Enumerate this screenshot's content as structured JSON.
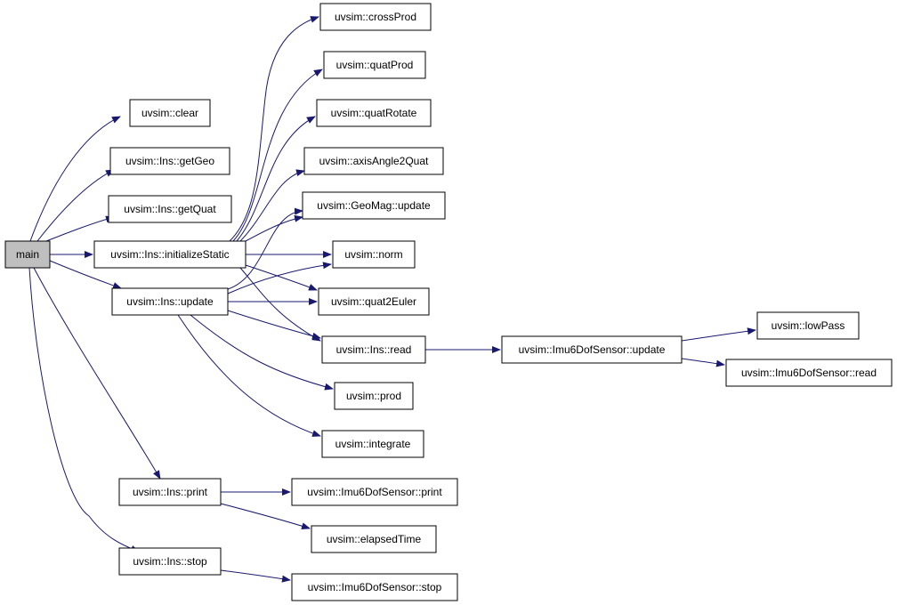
{
  "colors": {
    "edge": "#191970",
    "root_fill": "#bfbfbf",
    "node_fill": "#ffffff",
    "border": "#000000"
  },
  "nodes": {
    "main": "main",
    "clear": "uvsim::clear",
    "getGeo": "uvsim::Ins::getGeo",
    "getQuat": "uvsim::Ins::getQuat",
    "initializeStatic": "uvsim::Ins::initializeStatic",
    "insUpdate": "uvsim::Ins::update",
    "insPrint": "uvsim::Ins::print",
    "insStop": "uvsim::Ins::stop",
    "crossProd": "uvsim::crossProd",
    "quatProd": "uvsim::quatProd",
    "quatRotate": "uvsim::quatRotate",
    "axisAngle2Quat": "uvsim::axisAngle2Quat",
    "geoMagUpdate": "uvsim::GeoMag::update",
    "norm": "uvsim::norm",
    "quat2Euler": "uvsim::quat2Euler",
    "insRead": "uvsim::Ins::read",
    "prod": "uvsim::prod",
    "integrate": "uvsim::integrate",
    "imuUpdate": "uvsim::Imu6DofSensor::update",
    "lowPass": "uvsim::lowPass",
    "imuRead": "uvsim::Imu6DofSensor::read",
    "imuPrint": "uvsim::Imu6DofSensor::print",
    "elapsedTime": "uvsim::elapsedTime",
    "imuStop": "uvsim::Imu6DofSensor::stop"
  },
  "edges": [
    [
      "main",
      "clear"
    ],
    [
      "main",
      "getGeo"
    ],
    [
      "main",
      "getQuat"
    ],
    [
      "main",
      "initializeStatic"
    ],
    [
      "main",
      "insUpdate"
    ],
    [
      "main",
      "insPrint"
    ],
    [
      "main",
      "insStop"
    ],
    [
      "initializeStatic",
      "crossProd"
    ],
    [
      "initializeStatic",
      "quatProd"
    ],
    [
      "initializeStatic",
      "quatRotate"
    ],
    [
      "initializeStatic",
      "axisAngle2Quat"
    ],
    [
      "initializeStatic",
      "geoMagUpdate"
    ],
    [
      "initializeStatic",
      "norm"
    ],
    [
      "initializeStatic",
      "quat2Euler"
    ],
    [
      "initializeStatic",
      "insRead"
    ],
    [
      "insUpdate",
      "geoMagUpdate"
    ],
    [
      "insUpdate",
      "norm"
    ],
    [
      "insUpdate",
      "quat2Euler"
    ],
    [
      "insUpdate",
      "insRead"
    ],
    [
      "insUpdate",
      "prod"
    ],
    [
      "insUpdate",
      "integrate"
    ],
    [
      "insRead",
      "imuUpdate"
    ],
    [
      "imuUpdate",
      "lowPass"
    ],
    [
      "imuUpdate",
      "imuRead"
    ],
    [
      "insPrint",
      "imuPrint"
    ],
    [
      "insPrint",
      "elapsedTime"
    ],
    [
      "insStop",
      "imuStop"
    ]
  ]
}
